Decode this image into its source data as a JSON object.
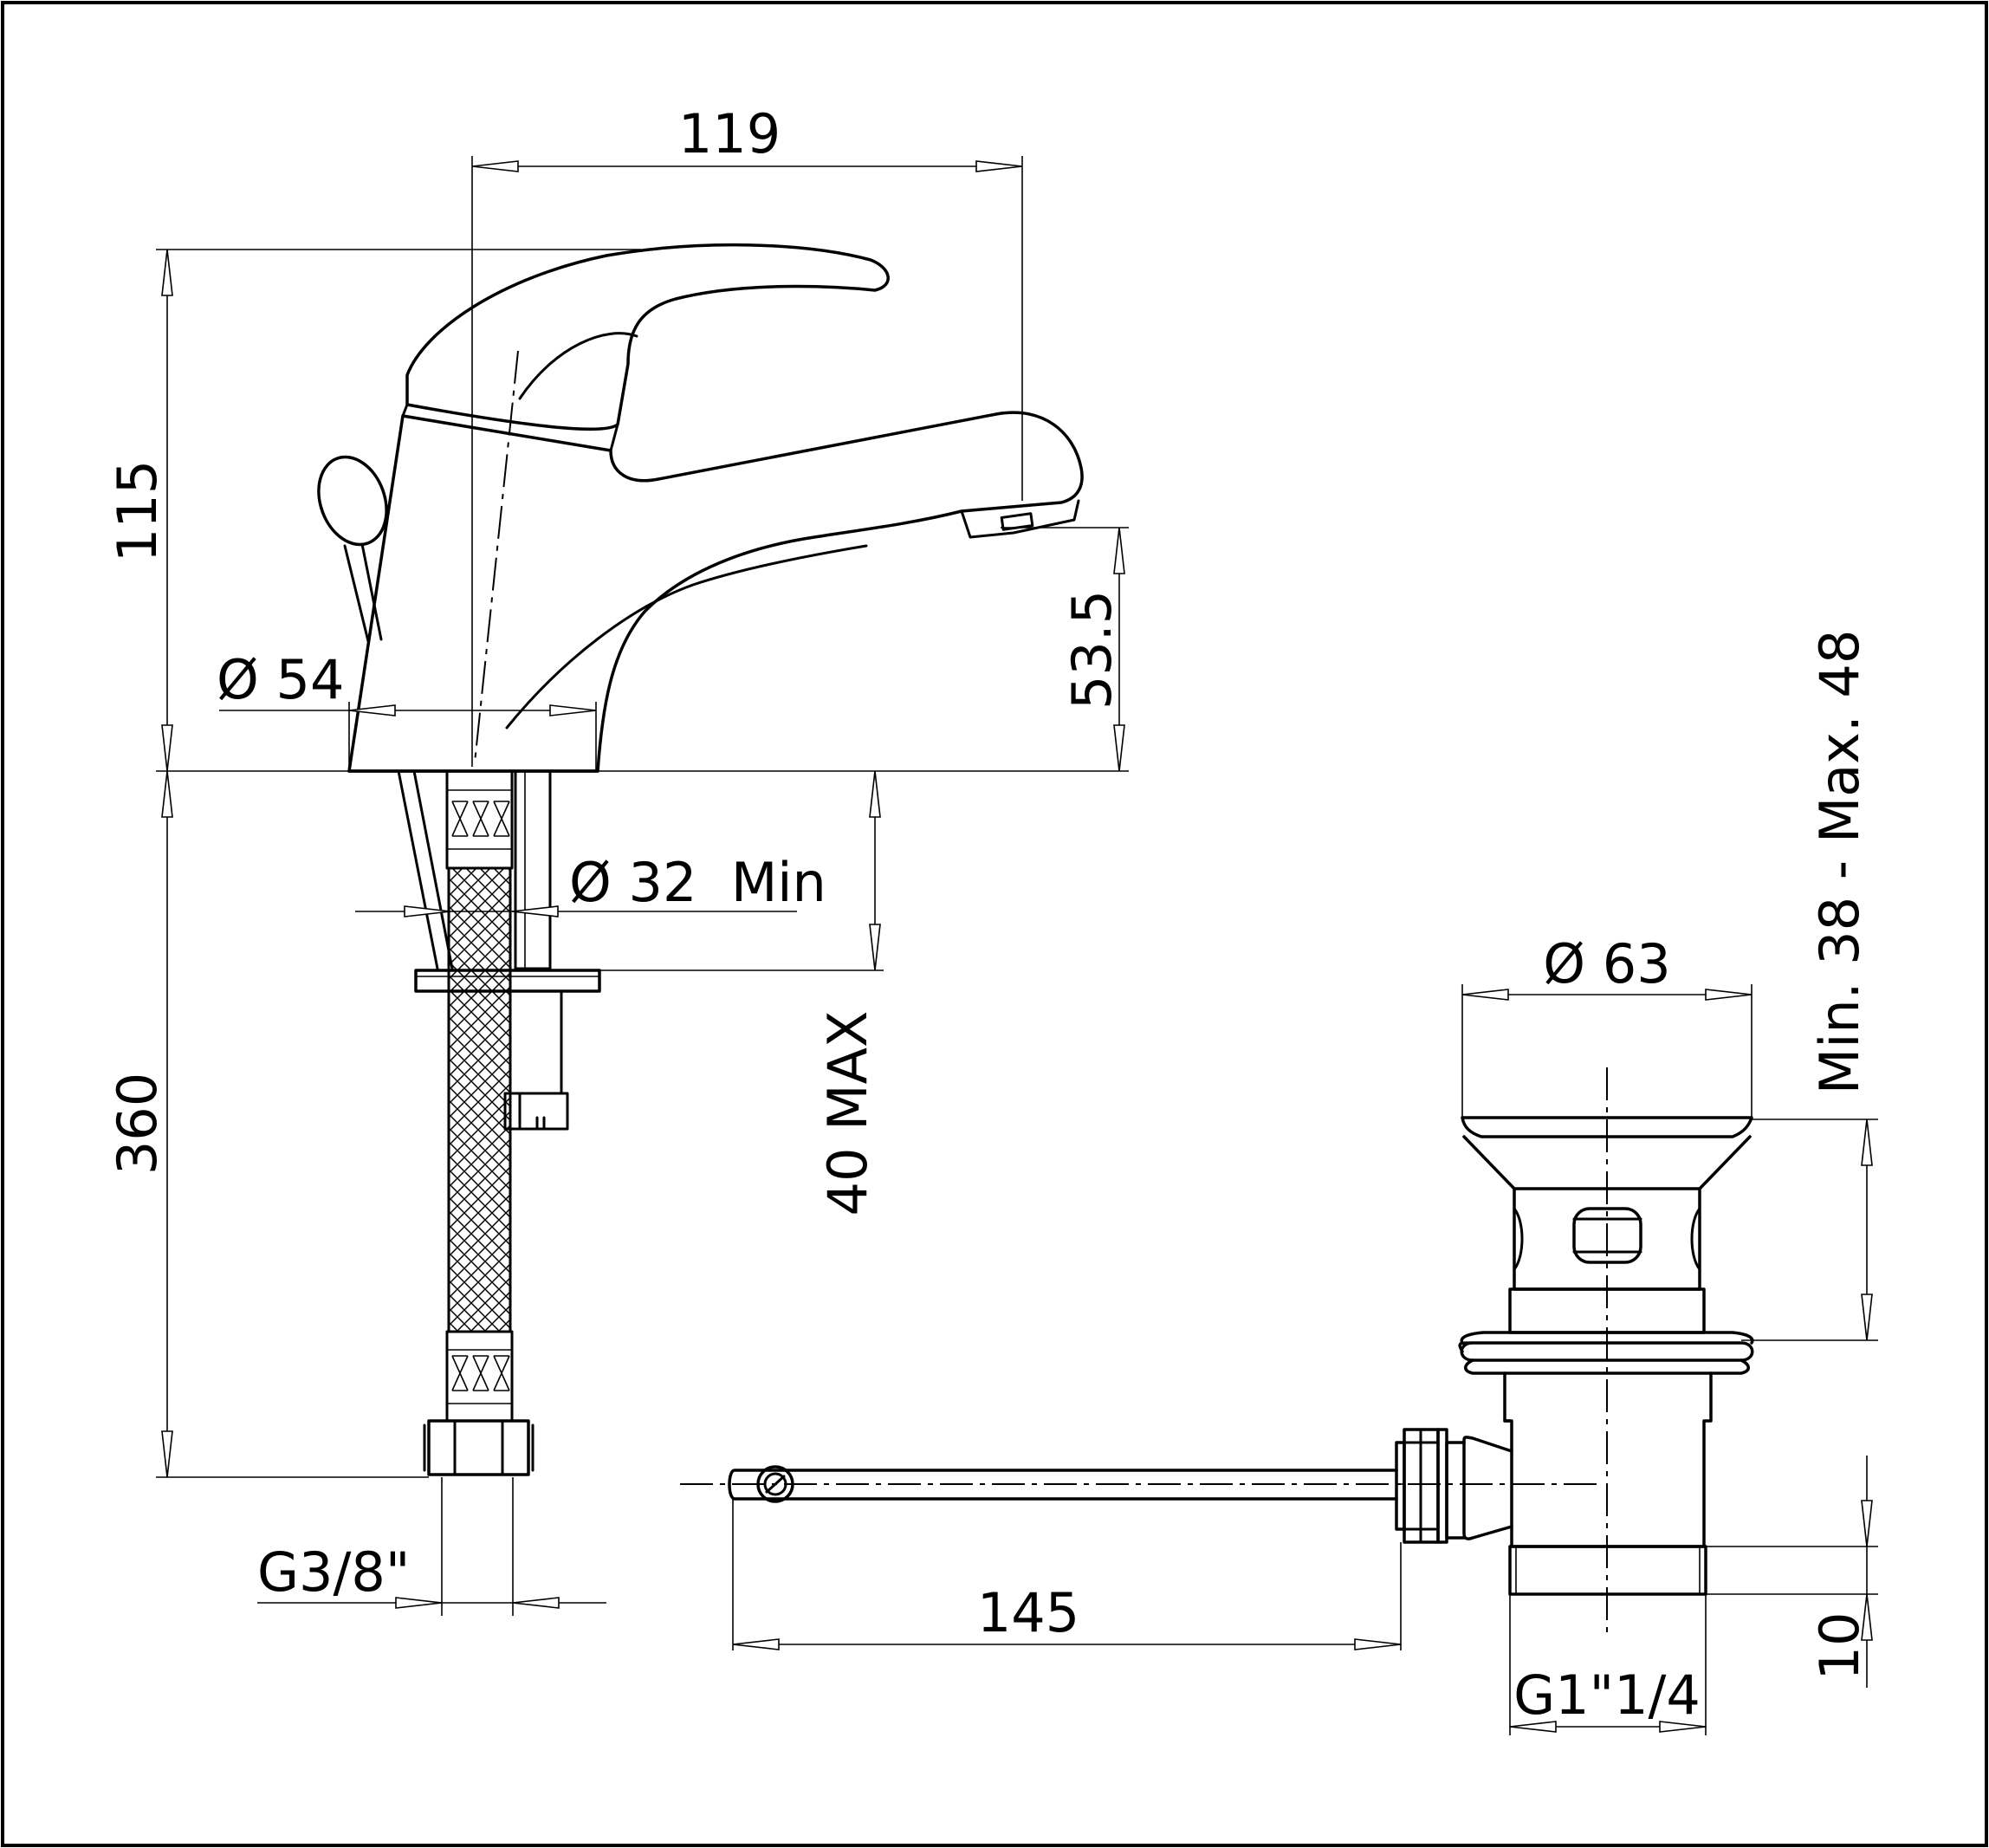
{
  "dimensions": {
    "d119": "119",
    "d115": "115",
    "d53_5": "53.5",
    "d54": "Ø 54",
    "d32": "Ø 32  Min",
    "d40": "40 MAX",
    "d360": "360",
    "dG38": "G3/8\"",
    "d63": "Ø 63",
    "dMinMax": "Min. 38 - Max. 48",
    "d145": "145",
    "dG114": "G1\"1/4",
    "d10": "10"
  }
}
